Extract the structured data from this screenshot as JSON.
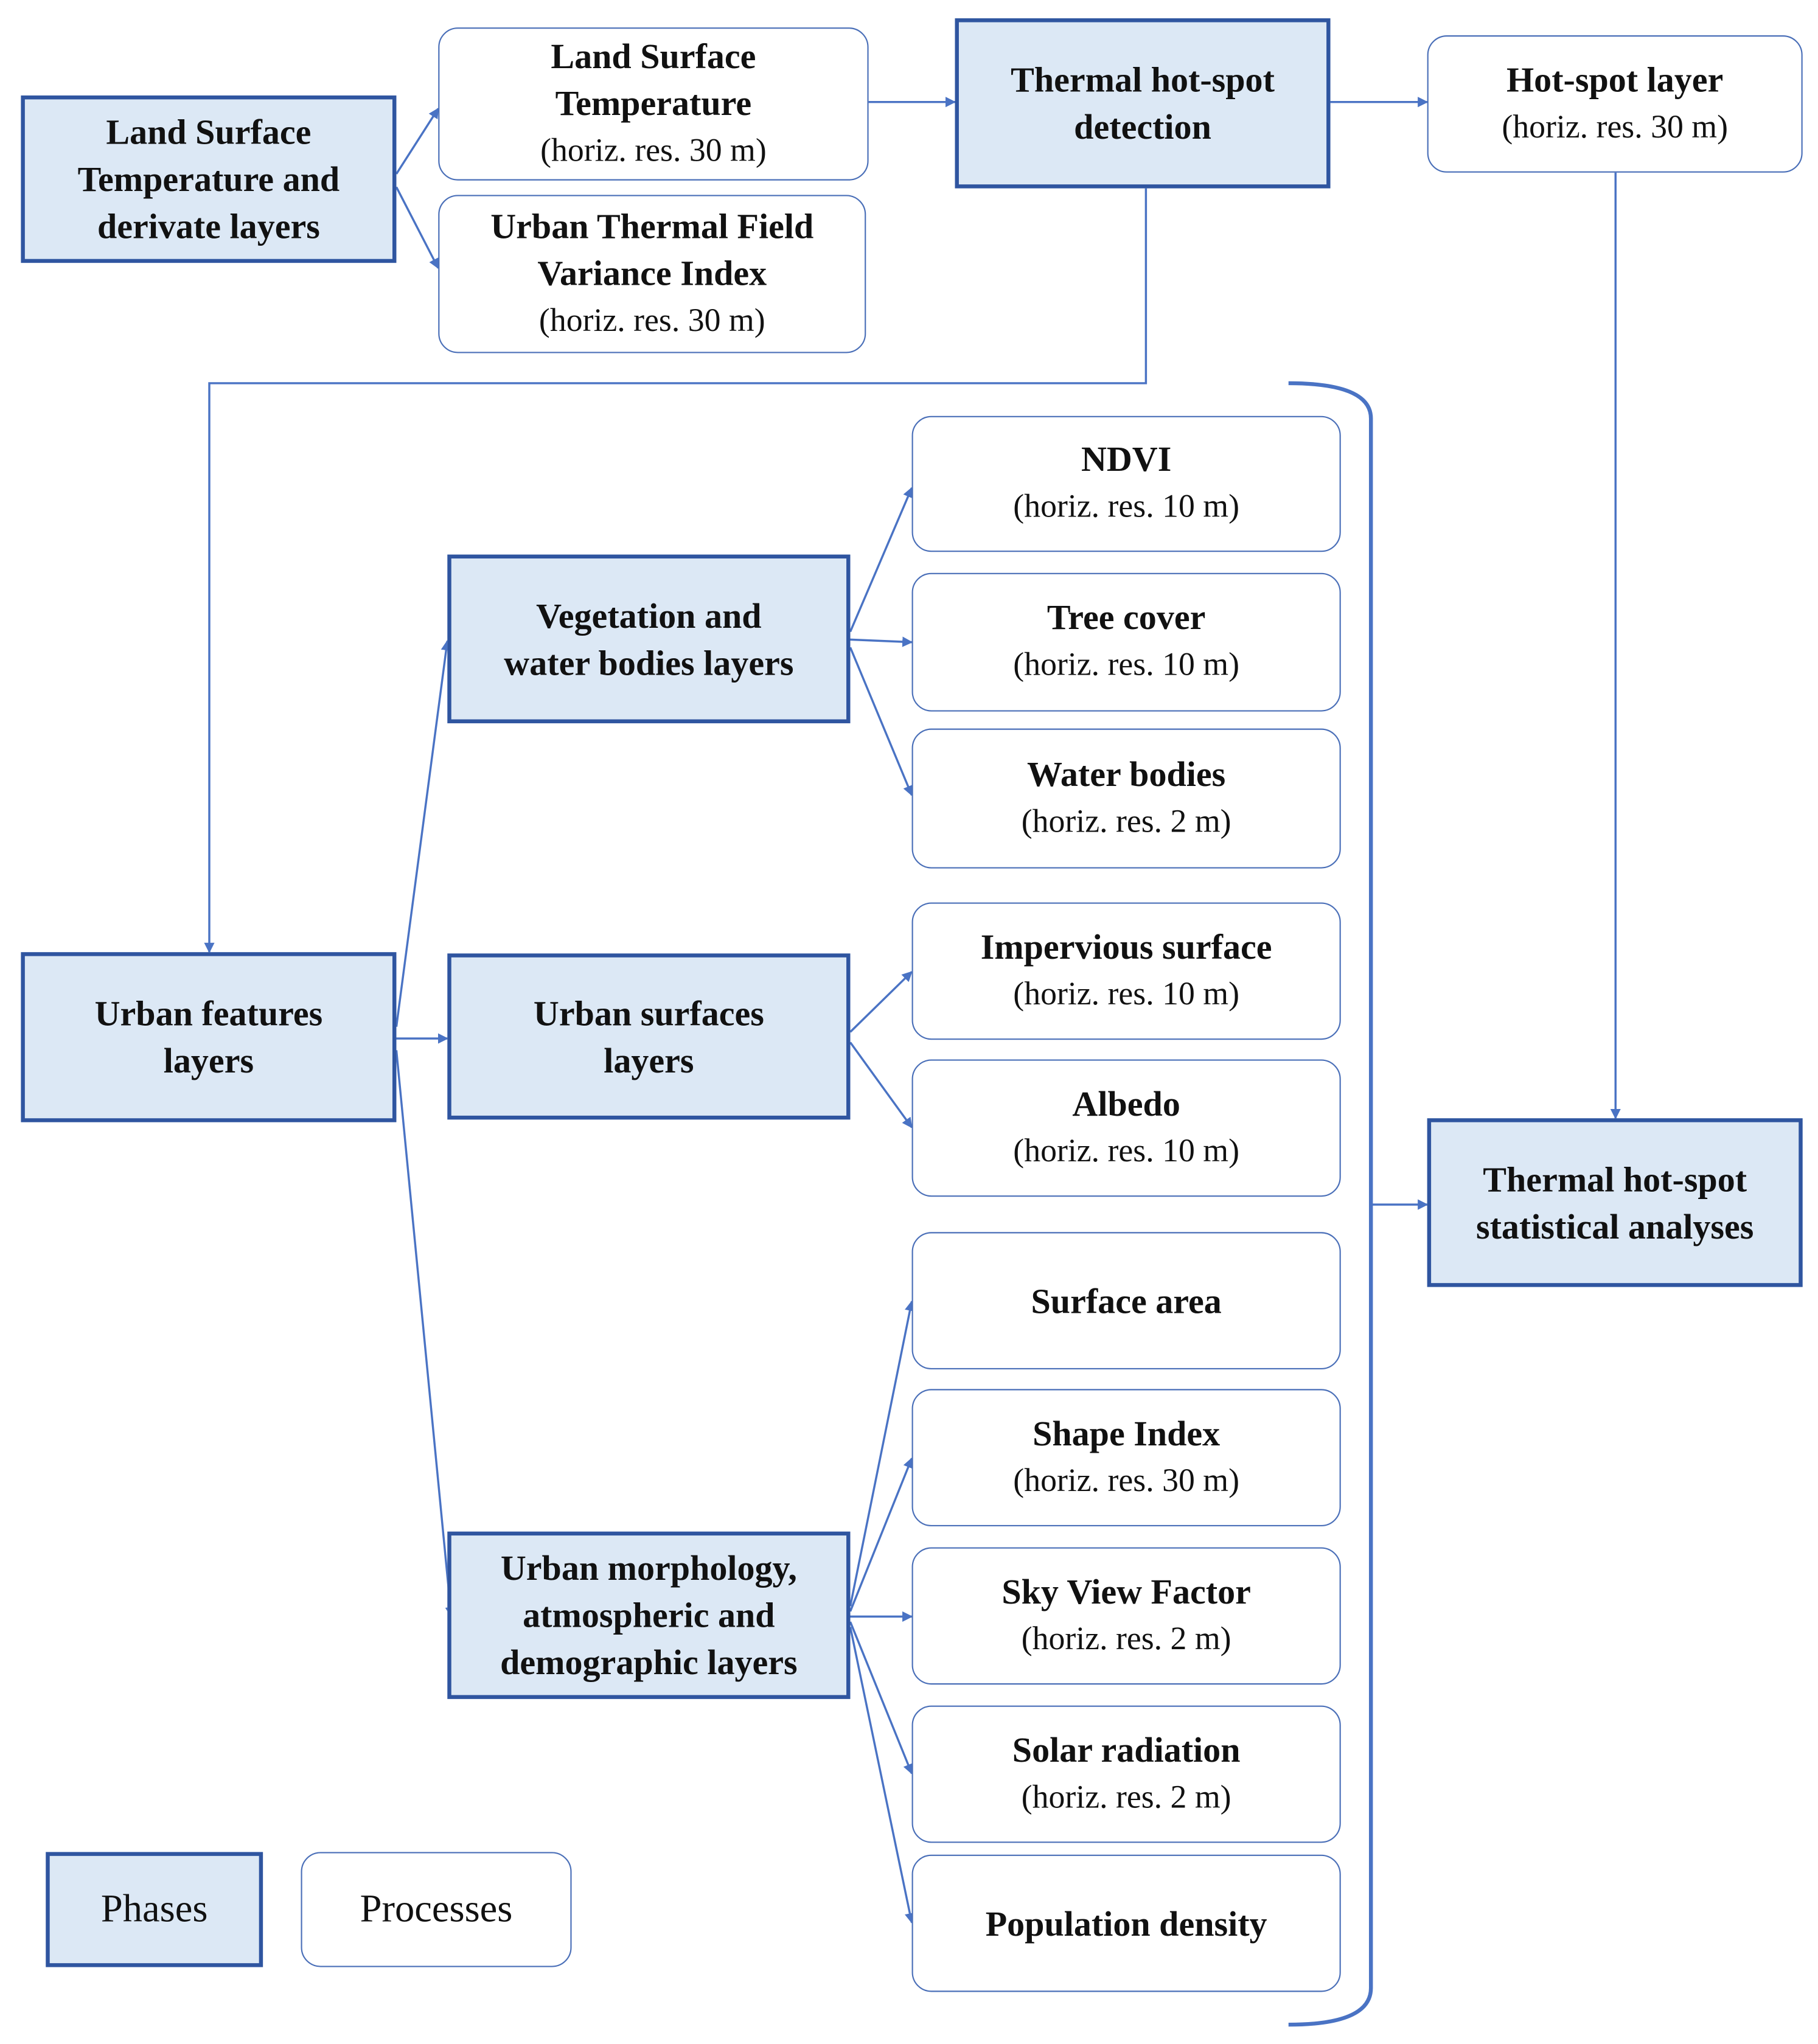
{
  "colors": {
    "phase_fill": "#dce8f5",
    "phase_border": "#2f55a0",
    "process_border": "#4a6fb8",
    "arrow": "#4a73c4"
  },
  "phases": {
    "lst_layers": "Land Surface\nTemperature and\nderivate layers",
    "hotspot_detection": "Thermal hot-spot\ndetection",
    "urban_features": "Urban features\nlayers",
    "vegetation_water": "Vegetation and\nwater bodies layers",
    "urban_surfaces": "Urban surfaces\nlayers",
    "morphology": "Urban morphology,\natmospheric and\ndemographic layers",
    "statistical": "Thermal hot-spot\nstatistical analyses"
  },
  "processes": {
    "lst": {
      "title": "Land Surface\nTemperature",
      "res": "(horiz. res. 30 m)"
    },
    "utfvi": {
      "title": "Urban Thermal Field\nVariance Index",
      "res": "(horiz. res. 30 m)"
    },
    "hotspot_layer": {
      "title": "Hot-spot layer",
      "res": "(horiz. res. 30 m)"
    },
    "ndvi": {
      "title": "NDVI",
      "res": "(horiz. res. 10 m)"
    },
    "tree_cover": {
      "title": "Tree cover",
      "res": "(horiz. res. 10 m)"
    },
    "water_bodies": {
      "title": "Water bodies",
      "res": "(horiz. res. 2 m)"
    },
    "impervious": {
      "title": "Impervious surface",
      "res": "(horiz. res. 10 m)"
    },
    "albedo": {
      "title": "Albedo",
      "res": "(horiz. res. 10 m)"
    },
    "surface_area": {
      "title": "Surface area"
    },
    "shape_index": {
      "title": "Shape Index",
      "res": "(horiz. res. 30 m)"
    },
    "sky_view": {
      "title": "Sky View Factor",
      "res": "(horiz. res. 2 m)"
    },
    "solar": {
      "title": "Solar radiation",
      "res": "(horiz. res. 2 m)"
    },
    "population": {
      "title": "Population density"
    }
  },
  "legend": {
    "phases_label": "Phases",
    "processes_label": "Processes"
  }
}
